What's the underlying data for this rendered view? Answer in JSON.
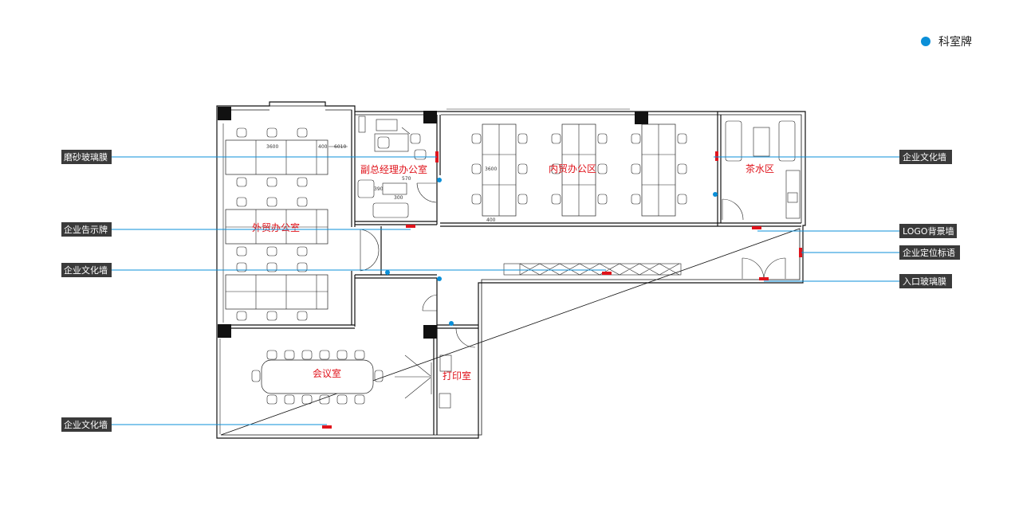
{
  "legend": {
    "label": "科室牌",
    "color": "#0b8fd8"
  },
  "colors": {
    "leader": "#0b8fd8",
    "marker": "#e0141c",
    "room_text": "#e0141c",
    "tag_bg": "#3a3a3a"
  },
  "rooms": {
    "foreign_trade_office": "外贸办公室",
    "deputy_gm_office": "副总经理办公室",
    "domestic_trade_office": "内贸办公区",
    "tea_area": "茶水区",
    "meeting_room": "会议室",
    "print_room": "打印室"
  },
  "dimensions": {
    "d3600": "3600",
    "d400": "400",
    "d6010": "6010",
    "d570": "570",
    "d390": "390",
    "d300": "300",
    "d3600b": "3600",
    "d400b": "400"
  },
  "callouts": {
    "left_frosted_film": "磨砂玻璃膜",
    "left_notice_board": "企业告示牌",
    "left_culture_wall_1": "企业文化墙",
    "left_culture_wall_2": "企业文化墙",
    "right_culture_wall": "企业文化墙",
    "right_logo_wall": "LOGO背景墙",
    "right_position_sign": "企业定位标语",
    "right_entrance_film": "入口玻璃膜"
  }
}
